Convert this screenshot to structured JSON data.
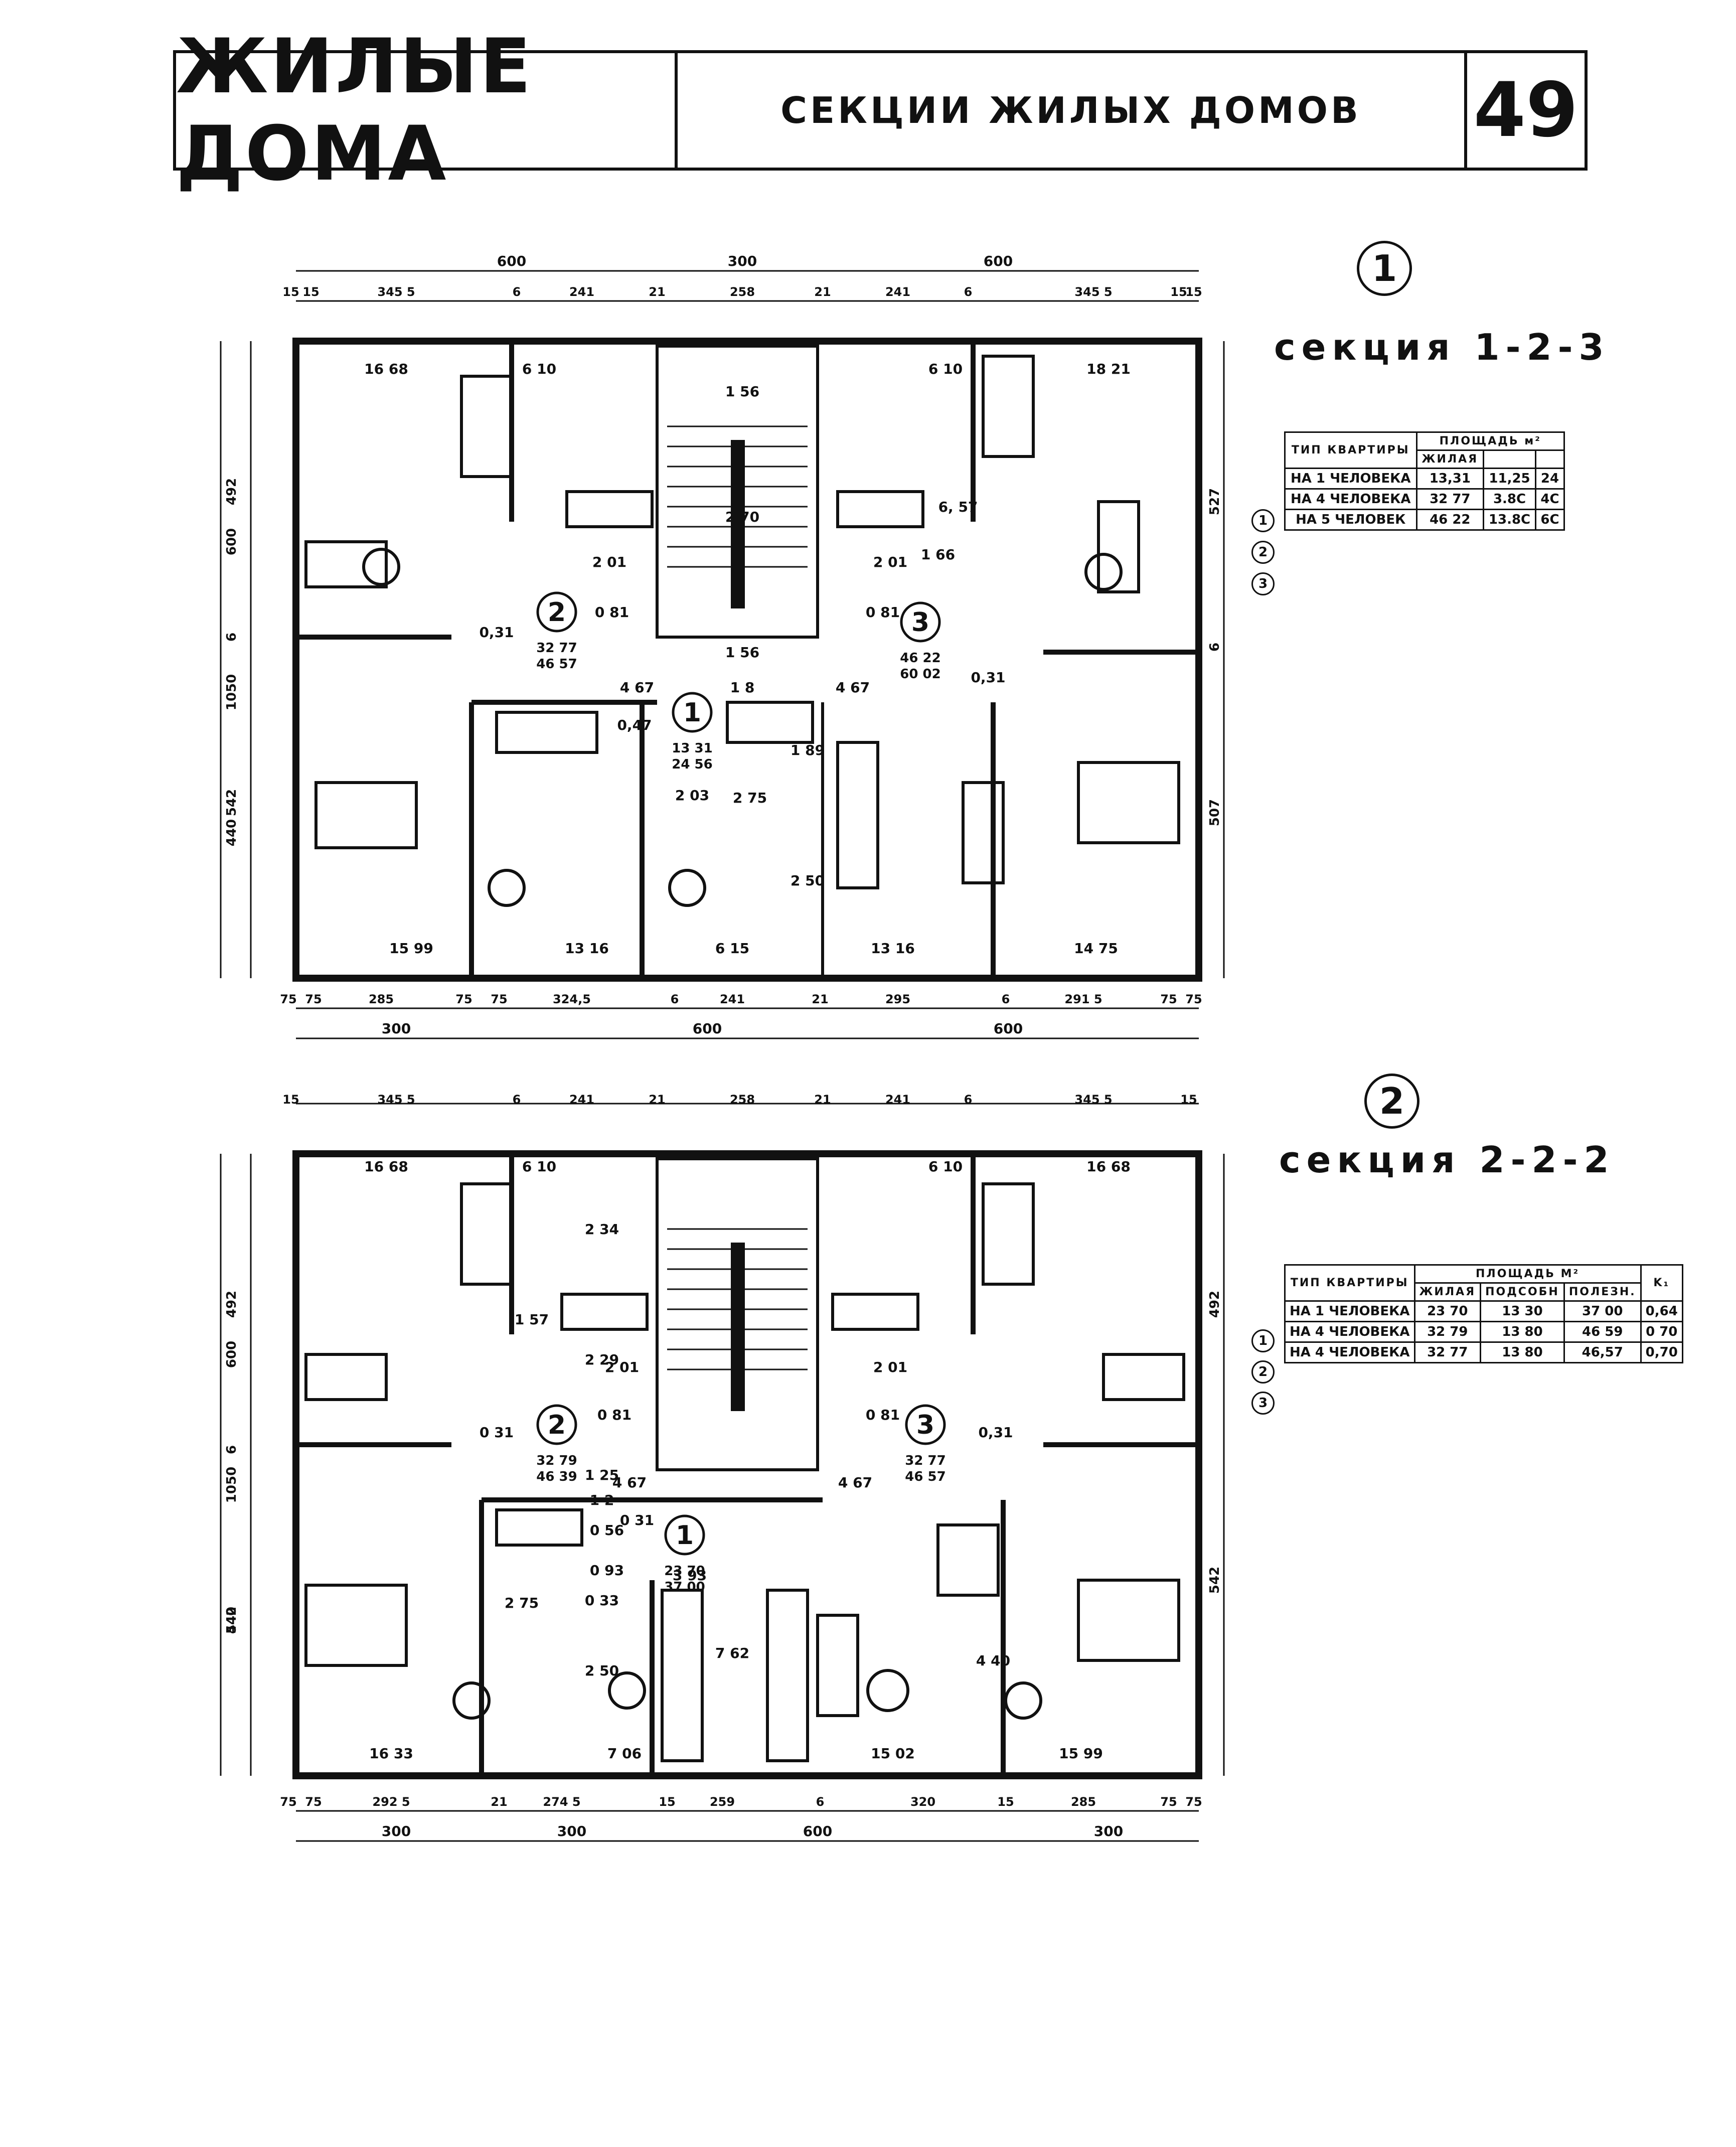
{
  "header": {
    "series": "ЖИЛЫЕ ДОМА",
    "title": "СЕКЦИИ ЖИЛЫХ ДОМОВ",
    "page": "49"
  },
  "section1": {
    "number": "1",
    "label": "секция 1-2-3",
    "table": {
      "col_type": "ТИП КВАРТИРЫ",
      "col_area": "ПЛОЩАДЬ м²",
      "col_living": "ЖИЛАЯ",
      "rows": [
        {
          "mark": "1",
          "type": "НА 1 ЧЕЛОВЕКА",
          "living": "13,31",
          "c2": "11,25",
          "c3": "24"
        },
        {
          "mark": "2",
          "type": "НА 4 ЧЕЛОВЕКА",
          "living": "32 77",
          "c2": "3.8C",
          "c3": "4С"
        },
        {
          "mark": "3",
          "type": "НА 5 ЧЕЛОВЕК",
          "living": "46 22",
          "c2": "13.8C",
          "c3": "6C"
        }
      ]
    },
    "dims_top": [
      "600",
      "300",
      "600"
    ],
    "dims_top2": [
      "15",
      "15",
      "345 5",
      "6",
      "241",
      "21",
      "258",
      "21",
      "241",
      "6",
      "345 5",
      "15",
      "15"
    ],
    "dims_bottom": [
      "75",
      "75",
      "285",
      "75",
      "75",
      "324,5",
      "6",
      "241",
      "21",
      "295",
      "6",
      "291 5",
      "75",
      "75"
    ],
    "dims_bottom2": [
      "300",
      "600",
      "600"
    ],
    "dims_left": [
      "1050",
      "600",
      "6",
      "440",
      "492",
      "542"
    ],
    "dims_right": [
      "527",
      "6",
      "507"
    ],
    "rooms": [
      "16 68",
      "6 10",
      "6 10",
      "18 21",
      "2 01",
      "2 01",
      "0 81",
      "0 81",
      "0,31",
      "0,31",
      "4 67",
      "4 67",
      "0,47",
      "2 03",
      "2 75",
      "15 99",
      "13 16",
      "6 15",
      "13 16",
      "14 75",
      "1 89",
      "2 50",
      "1 56",
      "2 70",
      "1 56",
      "1 66",
      "6, 57",
      "1 8"
    ],
    "apt_marks": [
      {
        "n": "2",
        "a": "32 77",
        "b": "46 57"
      },
      {
        "n": "3",
        "a": "46 22",
        "b": "60 02"
      },
      {
        "n": "1",
        "a": "13 31",
        "b": "24 56"
      }
    ]
  },
  "section2": {
    "number": "2",
    "label": "секция 2-2-2",
    "table": {
      "col_type": "ТИП КВАРТИРЫ",
      "col_area": "ПЛОЩАДЬ М²",
      "col_living": "ЖИЛАЯ",
      "col_aux": "ПОДСОБН",
      "col_useful": "ПОЛЕЗН.",
      "col_k": "K₁",
      "rows": [
        {
          "mark": "1",
          "type": "НА 1 ЧЕЛОВЕКА",
          "living": "23 70",
          "aux": "13 30",
          "useful": "37 00",
          "k": "0,64"
        },
        {
          "mark": "2",
          "type": "НА 4 ЧЕЛОВЕКА",
          "living": "32 79",
          "aux": "13 80",
          "useful": "46 59",
          "k": "0 70"
        },
        {
          "mark": "3",
          "type": "НА 4 ЧЕЛОВЕКА",
          "living": "32 77",
          "aux": "13 80",
          "useful": "46,57",
          "k": "0,70"
        }
      ]
    },
    "dims_top2": [
      "15",
      "345 5",
      "6",
      "241",
      "21",
      "258",
      "21",
      "241",
      "6",
      "345 5",
      "15"
    ],
    "dims_bottom": [
      "75",
      "75",
      "292 5",
      "21",
      "274 5",
      "15",
      "259",
      "6",
      "320",
      "15",
      "285",
      "75",
      "75"
    ],
    "dims_bottom2": [
      "300",
      "300",
      "600",
      "300"
    ],
    "dims_left": [
      "1050",
      "600",
      "6",
      "440",
      "492",
      "542"
    ],
    "dims_right": [
      "492",
      "542"
    ],
    "rooms": [
      "16 68",
      "6 10",
      "6 10",
      "16 68",
      "2 01",
      "2 01",
      "0 81",
      "0 81",
      "0 31",
      "0,31",
      "4 67",
      "4 67",
      "0 31",
      "3 93",
      "2 75",
      "7 62",
      "16 33",
      "7 06",
      "15 02",
      "15 99",
      "2 34",
      "1 57",
      "2 29",
      "1 25",
      "1 2",
      "0 56",
      "0 93",
      "0 33",
      "2 50",
      "4 40"
    ],
    "apt_marks": [
      {
        "n": "2",
        "a": "32 79",
        "b": "46 39"
      },
      {
        "n": "3",
        "a": "32 77",
        "b": "46 57"
      },
      {
        "n": "1",
        "a": "23 70",
        "b": "37 00"
      }
    ]
  }
}
